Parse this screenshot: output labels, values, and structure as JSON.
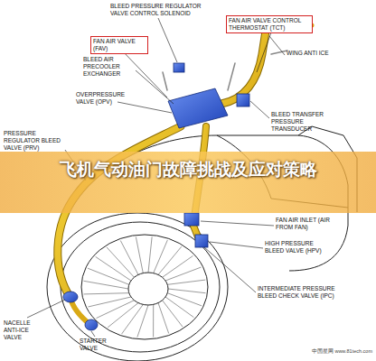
{
  "diagram": {
    "title": "飞机气动油门故障挑战及应对策略",
    "nodes": [
      {
        "text": [
          "FAN AIR VALVE CONTROL THERMOSTAT (TCT)"
        ]
      },
      {
        "text": [
          "FAN AIR VALVE (FAV)"
        ]
      }
    ],
    "labels": [
      "BLEED PRESSURE REGULATOR VALVE CONTROL SOLENOID",
      "BLEED AIR PRECOOLER EXCHANGER",
      "WING ANTI ICE",
      "OVERPRESSURE VALVE (OPV)",
      "BLEED TRANSFER PRESSURE TRANSDUCER",
      "PRESSURE REGULATOR BLEED VALVE (PRV)",
      "FAN AIR INLET (AIR FROM FAN)",
      "HIGH PRESSURE BLEED VALVE (HPV)",
      "INTERMEDIATE PRESSURE BLEED CHECK VALVE (IPC)",
      "NACELLE ANTI-ICE VALVE",
      "STARTER VALVE",
      "中国星网 www.81tech.com"
    ]
  }
}
